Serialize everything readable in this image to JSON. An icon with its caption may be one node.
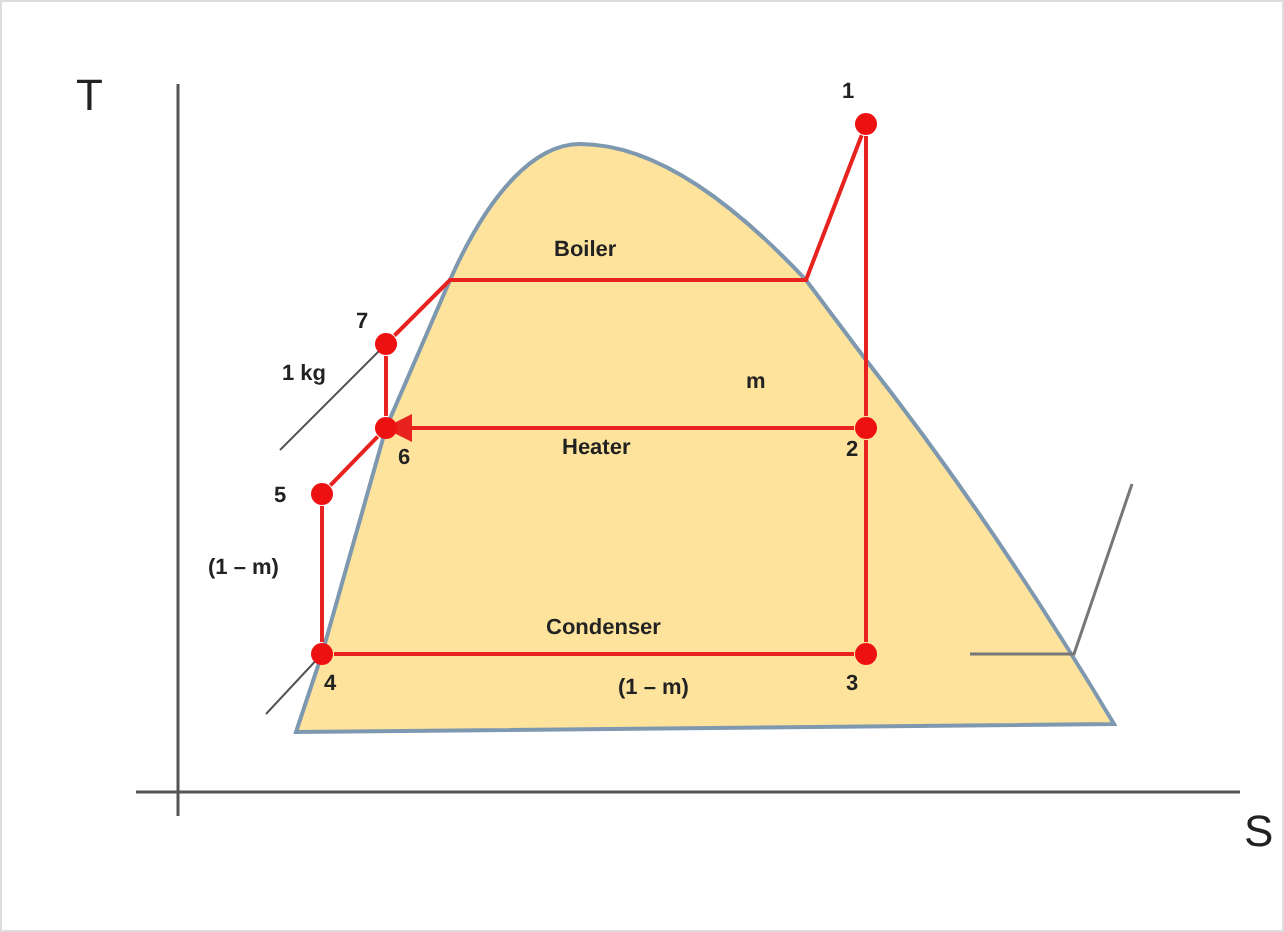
{
  "diagram": {
    "nodes": [
      {
        "text": [],
        "shape": "circle",
        "beside": [
          "1"
        ]
      },
      {
        "text": [],
        "shape": "circle",
        "beside": [
          "2"
        ]
      },
      {
        "text": [],
        "shape": "circle",
        "beside": [
          "3"
        ]
      },
      {
        "text": [],
        "shape": "circle",
        "beside": [
          "4"
        ]
      },
      {
        "text": [],
        "shape": "circle",
        "beside": [
          "5"
        ]
      },
      {
        "text": [],
        "shape": "circle",
        "beside": [
          "6"
        ]
      },
      {
        "text": [],
        "shape": "circle",
        "beside": [
          "7"
        ]
      }
    ],
    "edges": [
      {
        "from": 0,
        "to": 1,
        "arrow": "none"
      },
      {
        "from": 1,
        "to": 2,
        "arrow": "none"
      },
      {
        "from": 2,
        "to": 3,
        "arrow": "none",
        "label": "Condenser"
      },
      {
        "from": 3,
        "to": 4,
        "arrow": "none"
      },
      {
        "from": 4,
        "to": 5,
        "arrow": "none"
      },
      {
        "from": 5,
        "to": 6,
        "arrow": "none"
      },
      {
        "from": 6,
        "to": 0,
        "arrow": "none",
        "label": "Boiler"
      },
      {
        "from": 1,
        "to": 5,
        "arrow": "to",
        "label": "Heater"
      }
    ],
    "labels": [
      "T",
      "m",
      "1 kg",
      "(1 – m)",
      "(1 – m)",
      "S"
    ]
  }
}
